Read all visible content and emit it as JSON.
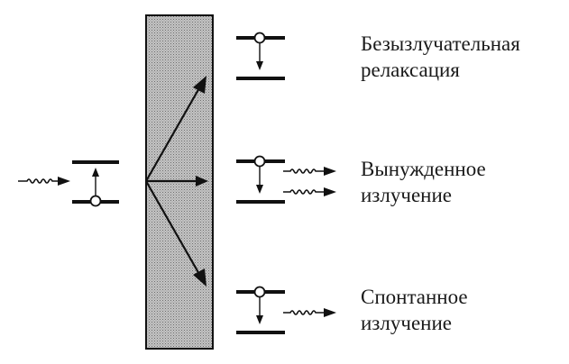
{
  "labels": {
    "nonradiative": {
      "line1": "Безызлучательная",
      "line2": "релаксация"
    },
    "stimulated": {
      "line1": "Вынужденное",
      "line2": "излучение"
    },
    "spontaneous": {
      "line1": "Спонтанное",
      "line2": "излучение"
    }
  }
}
